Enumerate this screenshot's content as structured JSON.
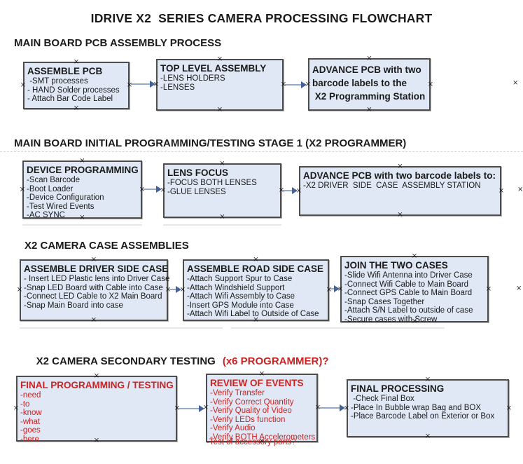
{
  "title": "IDRIVE X2  SERIES CAMERA PROCESSING FLOWCHART",
  "sections": {
    "s1": {
      "heading": "MAIN BOARD PCB ASSEMBLY PROCESS"
    },
    "s2": {
      "heading": "MAIN BOARD INITIAL PROGRAMMING/TESTING STAGE 1 (X2 PROGRAMMER)"
    },
    "s3": {
      "heading": "X2 CAMERA CASE ASSEMBLIES"
    },
    "s4": {
      "heading": "X2 CAMERA SECONDARY TESTING",
      "heading_red": "(x6 PROGRAMMER)?"
    }
  },
  "boxes": {
    "assemble_pcb": {
      "title": "ASSEMBLE PCB",
      "items": [
        " -SMT processes",
        "- HAND Solder processes",
        "- Attach Bar Code Label"
      ]
    },
    "top_level_assembly": {
      "title": "TOP LEVEL ASSEMBLY",
      "items": [
        "-LENS HOLDERS",
        "-LENSES"
      ]
    },
    "advance_to_programming": {
      "lines": [
        "ADVANCE PCB with two",
        "barcode labels to the",
        " X2 Programming Station"
      ]
    },
    "device_programming": {
      "title": "DEVICE PROGRAMMING",
      "items": [
        "-Scan Barcode",
        "-Boot Loader",
        "-Device Configuration",
        "-Test Wired Events",
        "-AC SYNC"
      ]
    },
    "lens_focus": {
      "title": "LENS FOCUS",
      "items": [
        "-FOCUS BOTH LENSES",
        "-GLUE LENSES"
      ]
    },
    "advance_to_case_assembly": {
      "title": "ADVANCE PCB with two barcode labels to:",
      "items": [
        "-X2 DRIVER  SIDE  CASE  ASSEMBLY STATION"
      ]
    },
    "assemble_driver_side": {
      "title": "ASSEMBLE DRIVER SIDE CASE",
      "items": [
        "- Insert LED Plastic lens into Driver Case",
        "-Snap LED Board with Cable into Case",
        "-Connect LED Cable to X2 Main Board",
        "-Snap Main Board into case"
      ]
    },
    "assemble_road_side": {
      "title": "ASSEMBLE ROAD SIDE CASE",
      "items": [
        "-Attach Support Spur to Case",
        "-Attach Windshield Support",
        "-Attach Wifi Assembly to Case",
        "-Insert GPS Module into Case",
        "-Attach Wifi Label to Outside of Case"
      ]
    },
    "join_two_cases": {
      "title": "JOIN THE TWO CASES",
      "items": [
        "-Slide Wifi Antenna into Driver Case",
        "-Connect Wifi Cable to Main Board",
        "-Connect GPS Cable to Main Board",
        "-Snap Cases Together",
        "-Attach S/N Label to outside of case",
        "-Secure cases with Screw"
      ]
    },
    "final_programming": {
      "title": "FINAL PROGRAMMING / TESTING",
      "items": [
        "-need",
        "-to",
        "-know",
        "-what",
        "-goes",
        "-here"
      ]
    },
    "review_of_events": {
      "title": "REVIEW OF EVENTS",
      "items": [
        "-Verify Transfer",
        "-Verify Correct Quantity",
        "-Verify Quality of Video",
        "-Verify LEDs function",
        "-Verify Audio",
        "-Verify BOTH Accelerometers"
      ],
      "overflow_item": "-Test of accessory ports?"
    },
    "final_processing": {
      "title": "FINAL PROCESSING",
      "items": [
        " -Check Final Box",
        "-Place In Bubble wrap Bag and BOX",
        "-Place Barcode Label on Exterior or Box"
      ]
    }
  },
  "icons": {
    "connection_handle": "×"
  },
  "colors": {
    "box_fill": "#dfe8f4",
    "box_border": "#4d4d4d",
    "arrow_line": "#92a9c9",
    "arrow_head": "#44619b",
    "alert_red": "#cc2222",
    "text": "#1a1a1a"
  }
}
